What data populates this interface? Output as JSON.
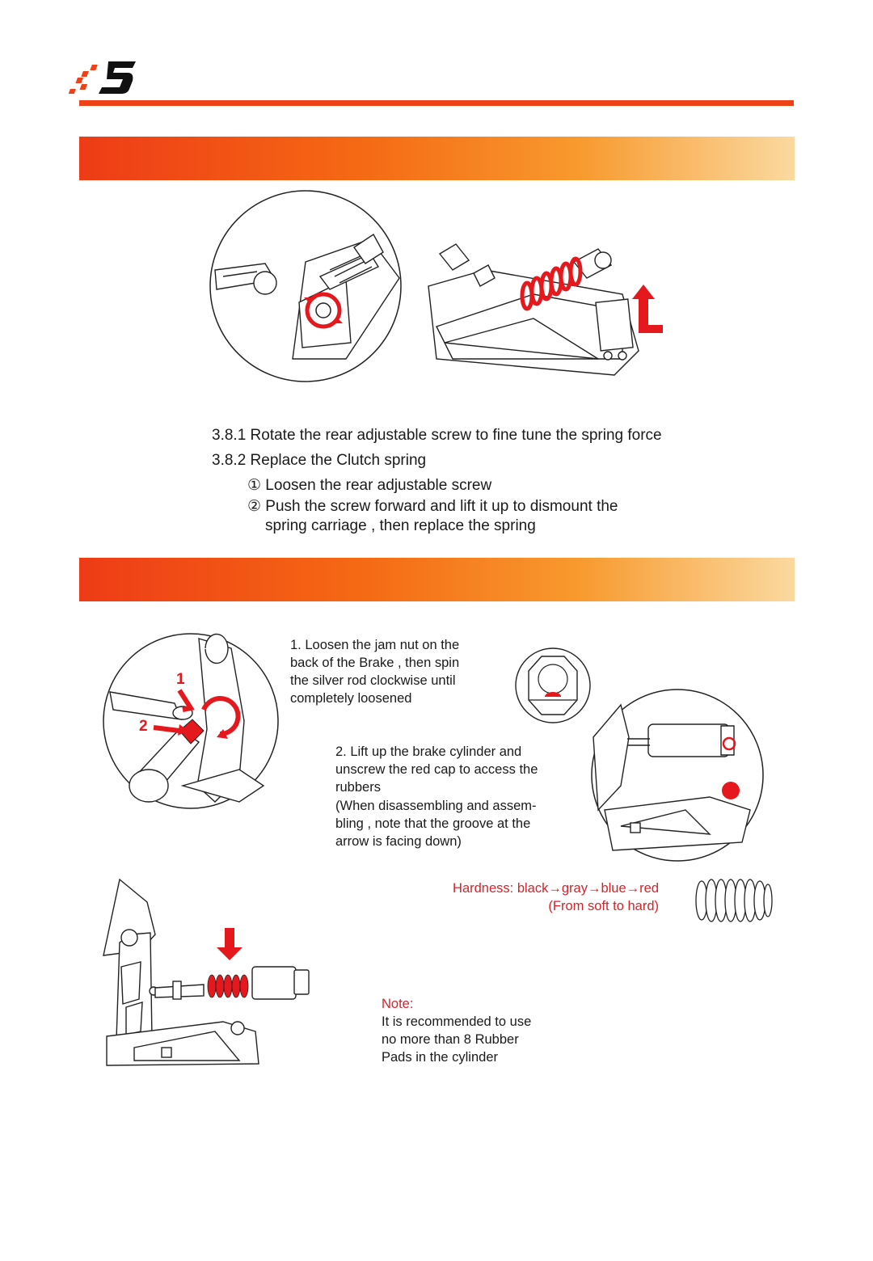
{
  "header": {
    "brand_logo": "brand-s-logo",
    "accent": "#ee4216"
  },
  "section1": {
    "band_title": "",
    "steps": [
      "3.8.1 Rotate the rear adjustable screw to fine tune the spring force",
      "3.8.2 Replace the Clutch spring"
    ],
    "substeps": [
      "① Loosen the rear adjustable screw",
      "② Push the screw forward and lift it up to dismount the",
      "spring carriage , then replace the spring"
    ]
  },
  "section2": {
    "band_title": "",
    "callout_numbers": [
      "1",
      "2"
    ],
    "step1": [
      "1. Loosen the jam nut on the",
      "back of the Brake , then spin",
      "the silver rod clockwise until",
      "completely loosened"
    ],
    "step2": [
      "2. Lift up the brake cylinder and",
      "unscrew the red cap to access the",
      "rubbers",
      "(When disassembling and assem-",
      "bling , note that the groove at the",
      "arrow is facing down)"
    ],
    "hardness": [
      "Hardness: black→gray→blue→red",
      "(From soft to hard)"
    ],
    "note_title": "Note:",
    "note_lines": [
      "It is recommended to use",
      "no more than 8 Rubber",
      "Pads in the cylinder"
    ]
  },
  "colors": {
    "band_start": "#ee3b16",
    "band_end": "#fbd9a0",
    "highlight_red": "#e5181e",
    "text_red": "#d6232a"
  }
}
